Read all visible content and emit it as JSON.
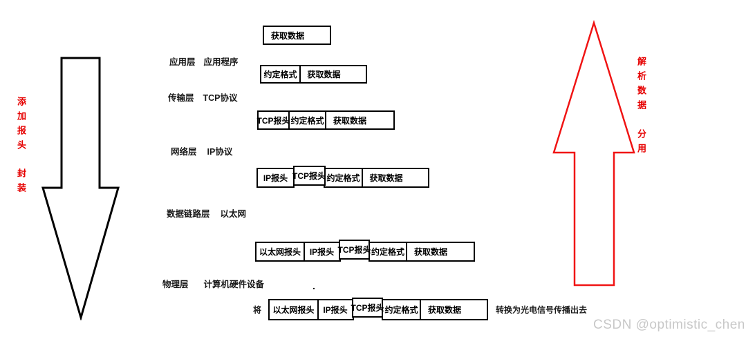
{
  "diagram_title": "TCP/IP encapsulation and demultiplexing diagram",
  "left_flow": {
    "label_vertical_1": "添加报头",
    "label_vertical_2": "封装",
    "direction": "down"
  },
  "right_flow": {
    "label_vertical_1": "解析数据",
    "label_vertical_2": "分用",
    "direction": "up"
  },
  "colors": {
    "accent_red": "#e60000",
    "arrow_black": "#000000",
    "box_border": "#000000",
    "watermark_gray": "#c8c8c8"
  },
  "layers": [
    {
      "name": "应用层",
      "detail": "应用程序"
    },
    {
      "name": "传输层",
      "detail": "TCP协议"
    },
    {
      "name": "网络层",
      "detail": "IP协议"
    },
    {
      "name": "数据链路层",
      "detail": "以太网"
    },
    {
      "name": "物理层",
      "detail": "计算机硬件设备"
    }
  ],
  "rows": [
    {
      "cells": [
        "获取数据"
      ]
    },
    {
      "cells": [
        "约定格式",
        "获取数据"
      ]
    },
    {
      "cells": [
        "TCP报头",
        "约定格式",
        "获取数据"
      ]
    },
    {
      "cells": [
        "IP报头",
        "TCP报头",
        "约定格式",
        "获取数据"
      ]
    },
    {
      "cells": [
        "以太网报头",
        "IP报头",
        "TCP报头",
        "约定格式",
        "获取数据"
      ]
    },
    {
      "prefix": "将",
      "cells": [
        "以太网报头",
        "IP报头",
        "TCP报头",
        "约定格式",
        "获取数据"
      ],
      "suffix": "转换为光电信号传播出去"
    }
  ],
  "stray_dot": ".",
  "watermark": "CSDN @optimistic_chen"
}
